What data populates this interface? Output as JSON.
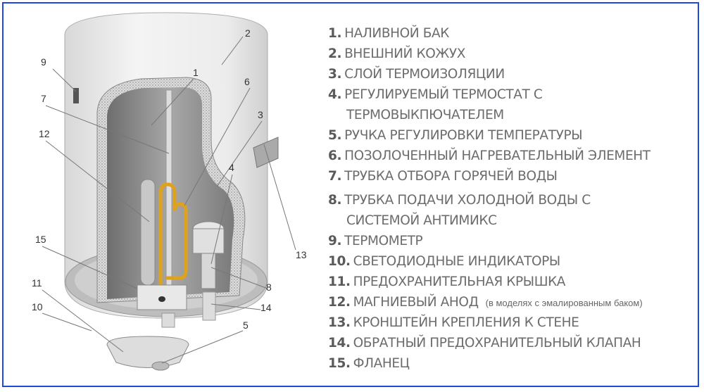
{
  "colors": {
    "border": "#1f49d8",
    "text": "#6c6c6c",
    "heater": "#e0a21c"
  },
  "callouts": [
    "1",
    "2",
    "3",
    "4",
    "5",
    "6",
    "7",
    "8",
    "9",
    "10",
    "11",
    "12",
    "13",
    "14",
    "15"
  ],
  "legend": [
    {
      "num": "1.",
      "text": "НАЛИВНОЙ БАК"
    },
    {
      "num": "2.",
      "text": "ВНЕШНИЙ КОЖУХ"
    },
    {
      "num": "3.",
      "text": "СЛОЙ ТЕРМОИЗОЛЯЦИИ"
    },
    {
      "num": "4.",
      "text": "РЕГУЛИРУЕМЫЙ ТЕРМОСТАТ С",
      "cont": "ТЕРМОВЫКПЮЧАТЕЛЕМ"
    },
    {
      "num": "5.",
      "text": "РУЧКА РЕГУЛИРОВКИ ТЕМПЕРАТУРЫ"
    },
    {
      "num": "6.",
      "text": "ПОЗОЛОЧЕННЫЙ НАГРЕВАТЕЛЬНЫЙ ЭЛЕМЕНТ"
    },
    {
      "num": "7.",
      "text": "ТРУБКА ОТБОРА ГОРЯЧЕЙ ВОДЫ"
    },
    {
      "num": "8.",
      "text": "ТРУБКА ПОДАЧИ ХОЛОДНОЙ ВОДЫ С",
      "cont": "СИСТЕМОЙ АНТИМИКС"
    },
    {
      "num": "9.",
      "text": "ТЕРМОМЕТР"
    },
    {
      "num": "10.",
      "text": "СВЕТОДИОДНЫЕ ИНДИКАТОРЫ"
    },
    {
      "num": "11.",
      "text": "ПРЕДОХРАНИТЕЛЬНАЯ КРЫШКА"
    },
    {
      "num": "12.",
      "text": "МАГНИЕВЫЙ АНОД",
      "note": "(в моделях с эмалированным баком)"
    },
    {
      "num": "13.",
      "text": "КРОНШТЕЙН КРЕПЛЕНИЯ К СТЕНЕ"
    },
    {
      "num": "14.",
      "text": "ОБРАТНЫЙ ПРЕДОХРАНИТЕЛЬНЫЙ КЛАПАН"
    },
    {
      "num": "15.",
      "text": "ФЛАНЕЦ"
    }
  ]
}
